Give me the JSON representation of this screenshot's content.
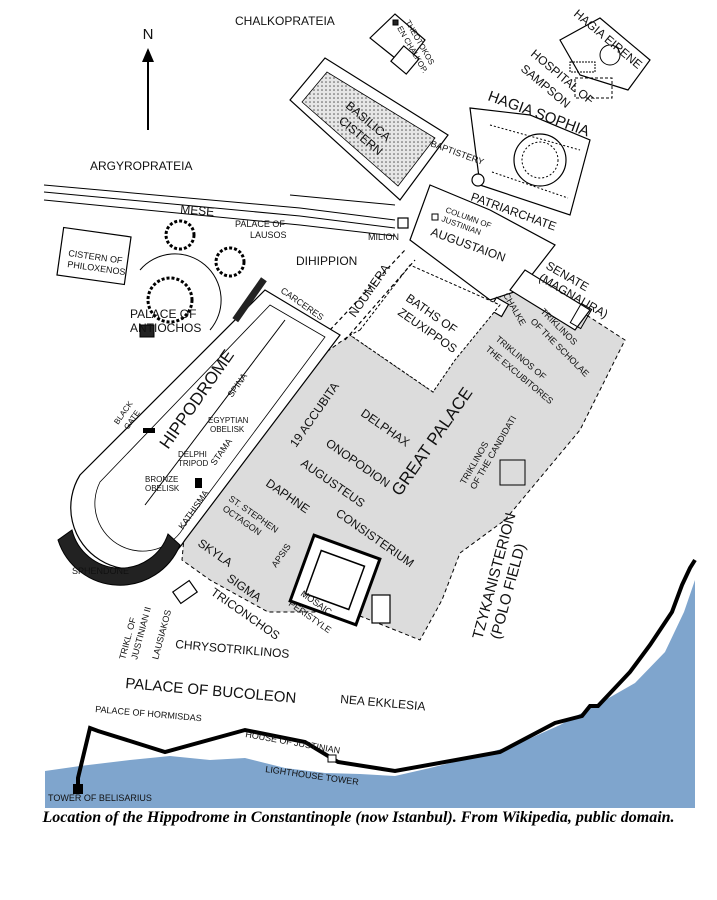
{
  "compass": "N",
  "labels": {
    "chalkoprateia": "CHALKOPRATEIA",
    "theotokos": [
      "THEOTOKOS",
      "EN CHALKOP."
    ],
    "hagia_eirene": "HAGIA EIRENE",
    "hospital": [
      "HOSPITAL OF",
      "SAMPSON"
    ],
    "hagia_sophia": "HAGIA SOPHIA",
    "basilica_cistern": [
      "BASILICA",
      "CISTERN"
    ],
    "baptistery": "BAPTISTERY",
    "argyroprateia": "ARGYROPRATEIA",
    "mese": "MESE",
    "palace_of_lausos": [
      "PALACE OF",
      "LAUSOS"
    ],
    "milion": "MILION",
    "column_justinian": [
      "COLUMN OF",
      "JUSTINIAN"
    ],
    "patriarchate": "PATRIARCHATE",
    "augustaion": "AUGUSTAION",
    "cistern_philoxenos": [
      "CISTERN OF",
      "PHILOXENOS"
    ],
    "dihippion": "DIHIPPION",
    "senate": [
      "SENATE",
      "(MAGNAURA)"
    ],
    "noumera": "NOUMERA",
    "baths": [
      "BATHS OF",
      "ZEUXIPPOS"
    ],
    "chalke": "CHALKE",
    "palace_antiochos": [
      "PALACE OF",
      "ANTIOCHOS"
    ],
    "carceres": "CARCERES",
    "triklinos_scholae": [
      "TRIKLINOS",
      "OF THE SCHOLAE"
    ],
    "triklinos_excubitores": [
      "TRIKLINOS OF",
      "THE EXCUBITORES"
    ],
    "hippodrome": "HIPPODROME",
    "spina": "SPINA",
    "black_gate": [
      "BLACK",
      "GATE"
    ],
    "egyptian_obelisk": [
      "EGYPTIAN",
      "OBELISK"
    ],
    "delphi_tripod": [
      "DELPHI",
      "TRIPOD"
    ],
    "stama": "STAMA",
    "accubita": "19 ACCUBITA",
    "delphax": "DELPHAX",
    "onopodion": "ONOPODION",
    "augusteus": "AUGUSTEUS",
    "great_palace": "GREAT PALACE",
    "triklinos_candidati": [
      "TRIKLINOS",
      "OF THE CANDIDATI"
    ],
    "bronze_obelisk": [
      "BRONZE",
      "OBELISK"
    ],
    "kathisma": "KATHISMA",
    "daphne": "DAPHNE",
    "st_stephen": [
      "ST. STEPHEN",
      "OCTAGON"
    ],
    "consisterium": "CONSISTERIUM",
    "skyla": "SKYLA",
    "apsis": "APSIS",
    "sphendone": "SPHENDONE",
    "sigma": [
      "SIGMA",
      "TRICONCHOS"
    ],
    "mosaic_peristyle": [
      "MOSAIC",
      "PERISTYLE"
    ],
    "tzykanisterion": [
      "TZYKANISTERION",
      "(POLO FIELD)"
    ],
    "trikl_justinian": [
      "TRIKL. OF",
      "JUSTINIAN II"
    ],
    "lausiakos": "LAUSIAKOS",
    "chrysotriklinos": "CHRYSOTRIKLINOS",
    "palace_bucoleon": "PALACE OF BUCOLEON",
    "nea_ekklesia": "NEA EKKLESIA",
    "palace_hormisdas": "PALACE OF HORMISDAS",
    "house_justinian": "HOUSE OF JUSTINIAN",
    "lighthouse": "LIGHTHOUSE TOWER",
    "tower_belisarius": "TOWER OF BELISARIUS"
  },
  "colors": {
    "sea": "#7fa5cd",
    "palace_area": "#dcdcdc",
    "cistern_fill": "#c8c8c8"
  },
  "caption": "Location of the Hippodrome in Constantinople (now Istanbul). From Wikipedia, public domain."
}
